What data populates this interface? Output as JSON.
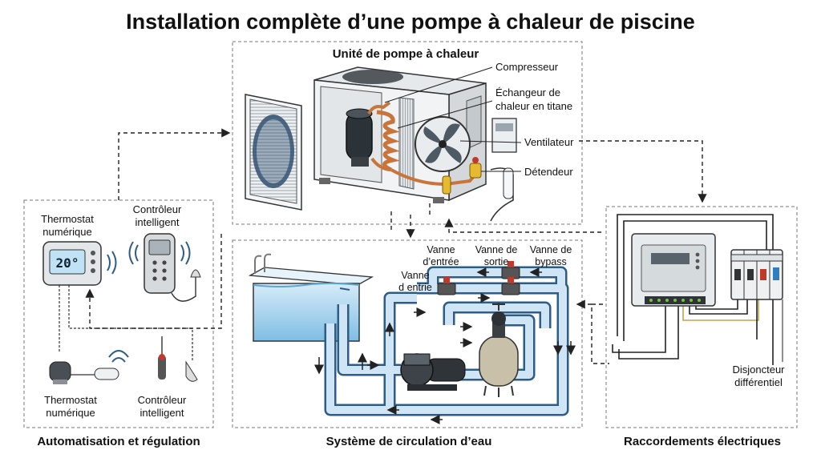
{
  "title": "Installation complète d’une pompe à chaleur de piscine",
  "sections": {
    "heat_pump": "Unité de pompe à chaleur",
    "automation": "Automatisation et régulation",
    "water": "Système de circulation d’eau",
    "electrical": "Raccordements électriques"
  },
  "heat_pump_labels": {
    "compressor": "Compresseur",
    "exchanger_line1": "Échangeur de",
    "exchanger_line2": "chaleur en titane",
    "fan": "Ventilateur",
    "expansion_valve": "Détendeur"
  },
  "automation_labels": {
    "thermostat_top_line1": "Thermostat",
    "thermostat_top_line2": "numérique",
    "controller_top_line1": "Contrôleur",
    "controller_top_line2": "intelligent",
    "thermostat_bottom_line1": "Thermostat",
    "thermostat_bottom_line2": "numérique",
    "controller_bottom_line1": "Contrôleur",
    "controller_bottom_line2": "intelligent",
    "display_value": "20°"
  },
  "water_labels": {
    "inlet_valve_line1": "Vanne",
    "inlet_valve_line2": "d’entrée",
    "outlet_valve_line1": "Vanne de",
    "outlet_valve_line2": "sortie",
    "bypass_valve_line1": "Vanne de",
    "bypass_valve_line2": "bypass",
    "entry_valve_line1": "Vanne",
    "entry_valve_line2": "d entrie"
  },
  "electrical_labels": {
    "breaker_line1": "Disjoncteur",
    "breaker_line2": "différentiel"
  },
  "colors": {
    "pipe": "#2d5d86",
    "water": "#bfe0f5",
    "copper": "#c8743a",
    "valve_red": "#c0392b"
  }
}
